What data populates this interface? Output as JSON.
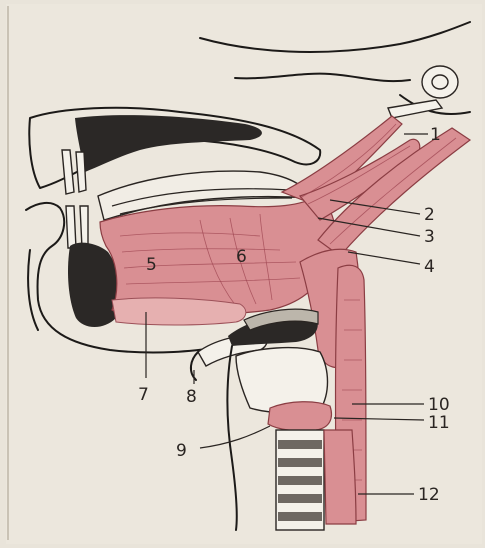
{
  "figure": {
    "labels": [
      {
        "id": "1",
        "text": "1"
      },
      {
        "id": "2",
        "text": "2"
      },
      {
        "id": "3",
        "text": "3"
      },
      {
        "id": "4",
        "text": "4"
      },
      {
        "id": "5",
        "text": "5"
      },
      {
        "id": "6",
        "text": "6"
      },
      {
        "id": "7",
        "text": "7"
      },
      {
        "id": "8",
        "text": "8"
      },
      {
        "id": "9",
        "text": "9"
      },
      {
        "id": "10",
        "text": "10"
      },
      {
        "id": "11",
        "text": "11"
      },
      {
        "id": "12",
        "text": "12"
      }
    ],
    "colors": {
      "background": "#e9e4da",
      "muscle": "#d98f93",
      "muscle_outline": "#8b3d43",
      "bone_dark": "#2b2826",
      "outline": "#1c1a18"
    }
  }
}
